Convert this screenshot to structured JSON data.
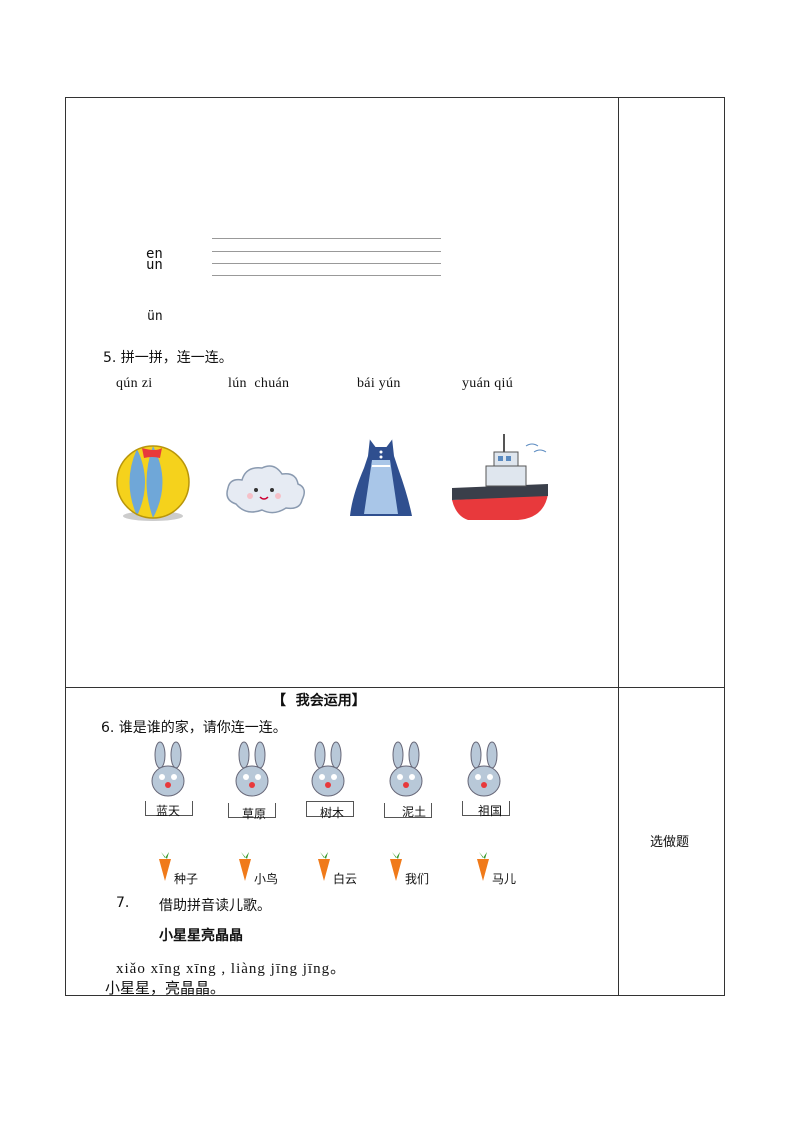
{
  "section1": {
    "finals": [
      "en",
      "un",
      "ün"
    ],
    "q5_title": "5. 拼一拼，连一连。",
    "q5_pinyin": [
      "qún zi",
      "lún  chuán",
      "bái yún",
      "yuán qiú"
    ],
    "images": [
      "ball-image",
      "cloud-image",
      "dress-image",
      "ship-image"
    ]
  },
  "section2": {
    "header": "【  我会运用】",
    "q6_title": "6. 谁是谁的家，请你连一连。",
    "homes": [
      "蓝天",
      "草原",
      "树木",
      "泥土",
      "祖国"
    ],
    "dwellers": [
      "种子",
      "小鸟",
      "白云",
      "我们",
      "马儿"
    ],
    "q7_num": "7.",
    "q7_title": "借助拼音读儿歌。",
    "poem_title": "小星星亮晶晶",
    "poem_pinyin": "xiǎo xīng xīng , liàng jīng jīng。",
    "poem_line": "小星星，亮晶晶。"
  },
  "side": {
    "optional_label": "选做题"
  },
  "colors": {
    "carrot": "#f07a1a",
    "carrot_leaf": "#3a9a2a",
    "rabbit": "#b8c8d8",
    "ship_hull": "#e8393c",
    "dress": "#2f4f8f"
  }
}
